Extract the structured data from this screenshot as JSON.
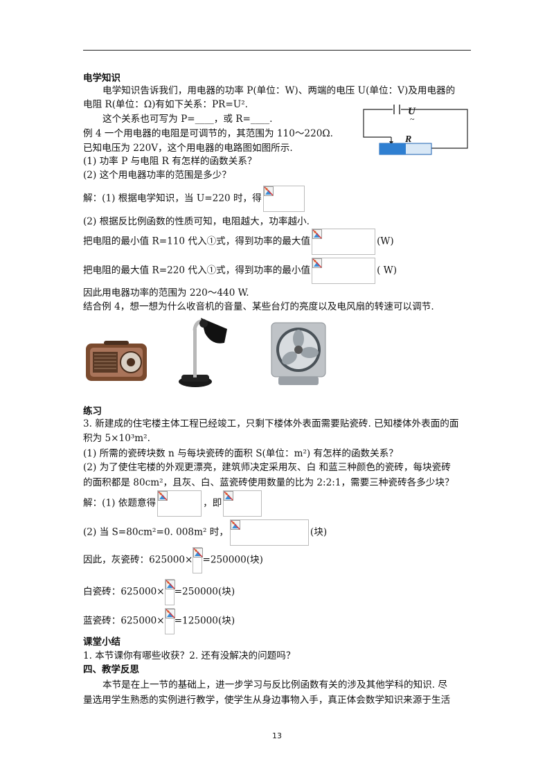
{
  "page_number": "13",
  "section1": {
    "heading": "电学知识",
    "p1_line1": "电学知识告诉我们，用电器的功率 P(单位：W)、两端的电压 U(单位：V)及用电器的",
    "p1_line2": "电阻 R(单位：Ω)有如下关系：PR=U².",
    "p2": "这个关系也可写为 P=____，或 R=____.",
    "ex4_line1": "例 4  一个用电器的电阻是可调节的，其范围为 110～220Ω.",
    "ex4_line2": "已知电压为 220V，这个用电器的电路图如图所示.",
    "q1": "(1) 功率 P 与电阻 R 有怎样的函数关系？",
    "q2": "(2) 这个用电器功率的范围是多少？",
    "sol1": "解：(1) 根据电学知识，当 U=220 时，得",
    "sol2": "(2) 根据反比例函数的性质可知，电阻越大，功率越小.",
    "sol3": "把电阻的最小值 R=110 代入①式，得到功率的最大值",
    "sol3_unit": "(W)",
    "sol4": "把电阻的最大值 R=220 代入①式，得到功率的最小值",
    "sol4_unit": "( W)",
    "sol5": "因此用电器功率的范围为 220～440 W.",
    "combine": "结合例 4，想一想为什么收音机的音量、某些台灯的亮度以及电风扇的转速可以调节."
  },
  "circuit": {
    "u_label": "U",
    "r_label": "R",
    "wave": "~"
  },
  "practice": {
    "heading": "练习",
    "p1_line1": "3. 新建成的住宅楼主体工程已经竣工，只剩下楼体外表面需要贴瓷砖. 已知楼体外表面的面",
    "p1_line2": "积为 5×10³m².",
    "q1": "(1) 所需的瓷砖块数 n 与每块瓷砖的面积 S(单位：m²) 有怎样的函数关系？",
    "q2_line1": "(2) 为了使住宅楼的外观更漂亮，建筑师决定采用灰、白 和蓝三种颜色的瓷砖，每块瓷砖",
    "q2_line2": "的面积都是 80cm²，且灰、白、蓝瓷砖使用数量的比为 2:2:1，需要三种瓷砖各多少块？",
    "sol1": "解：(1) 依题意得",
    "sol1_mid": "，即",
    "sol2": "(2) 当 S=80cm²=0. 008m² 时，",
    "sol2_unit": "(块)",
    "grey_prefix": "因此，灰瓷砖：625000×",
    "grey_suffix": "=250000(块)",
    "white_prefix": "白瓷砖：625000×",
    "white_suffix": "=250000(块)",
    "blue_prefix": "蓝瓷砖：625000×",
    "blue_suffix": "=125000(块)"
  },
  "summary": {
    "heading": "课堂小结",
    "text": "1. 本节课你有哪些收获？2. 还有没解决的问题吗？"
  },
  "reflection": {
    "heading": "四、教学反思",
    "line1": "本节是在上一节的基础上，进一步学习与反比例函数有关的涉及其他学科的知识. 尽",
    "line2": "量选用学生熟悉的实例进行教学，使学生从身边事物入手，真正体会数学知识来源于生活"
  },
  "colors": {
    "resistor_fill": "#2f7fd1",
    "resistor_dark": "#1a5fb0",
    "radio_body": "#7a4a2e",
    "fan_grey": "#bfc3c7"
  }
}
